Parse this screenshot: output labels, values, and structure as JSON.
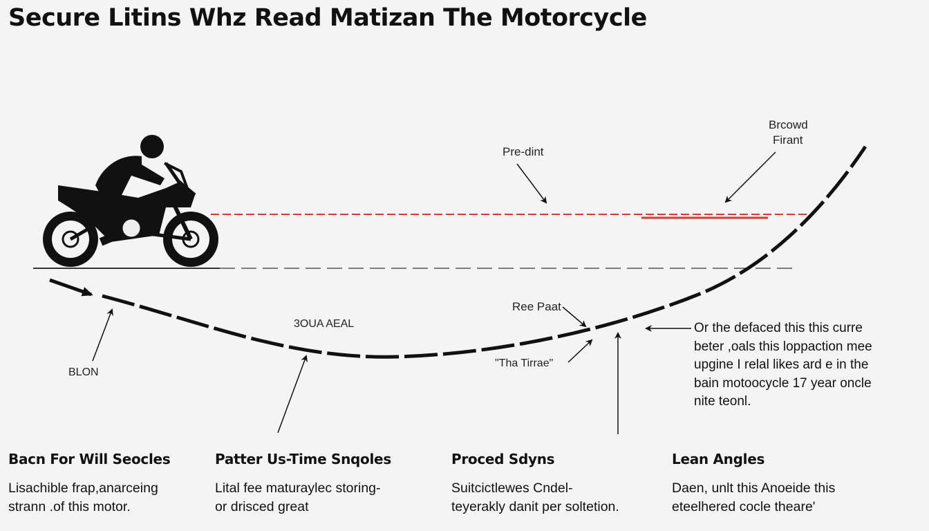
{
  "title": "Secure Litins Whz Read Matizan The Motorcycle",
  "colors": {
    "guide_line": "#d33c2f",
    "ink": "#111111",
    "ground": "#555555"
  },
  "icons": {
    "rider": "motorcycle-rider-icon"
  },
  "callouts": {
    "pre_dint": "Pre-dint",
    "broad_line1": "Brcowd",
    "broad_line2": "Firant",
    "blon": "BLON",
    "path_label": "3OUA AEAL",
    "ree_paat": "Ree Paat",
    "tha_tirrae": "\"Tha Tirrae\""
  },
  "note": {
    "lines": [
      "Or the defaced this this curre",
      "beter ,oals this loppaction mee",
      "upgine I relal likes ard e in the",
      "bain motoocycle  17 year oncle",
      "nite teonl."
    ]
  },
  "columns": [
    {
      "heading": "Bacn For Will Seocles",
      "lines": [
        "Lisachible frap,anarceing",
        "strann .of this motor."
      ]
    },
    {
      "heading": "Patter Us-Time Snqoles",
      "lines": [
        "Lital fee maturaylec storing-",
        "or drisced great"
      ]
    },
    {
      "heading": "Proced Sdyns",
      "lines": [
        "Suitcictlewes Cndel-",
        "teyerakly danit per soltetion."
      ]
    },
    {
      "heading": "Lean Angles",
      "lines": [
        "Daen, unlt this Anoeide this",
        "eteelhered cocle theare'"
      ]
    }
  ]
}
